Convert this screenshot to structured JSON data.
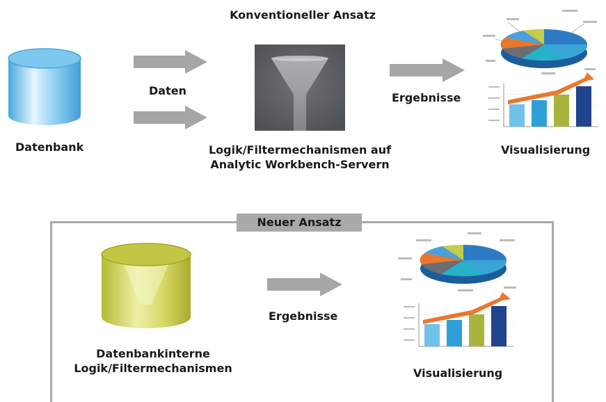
{
  "conventional": {
    "title": "Konventioneller Ansatz",
    "database_label": "Datenbank",
    "data_label": "Daten",
    "logic_label_line1": "Logik/Filtermechanismen auf",
    "logic_label_line2": "Analytic Workbench-Servern",
    "results_label": "Ergebnisse",
    "visualization_label": "Visualisierung"
  },
  "new_approach": {
    "title": "Neuer Ansatz",
    "db_label_line1": "Datenbankinterne",
    "db_label_line2": "Logik/Filtermechanismen",
    "results_label": "Ergebnisse",
    "visualization_label": "Visualisierung"
  },
  "colors": {
    "arrow": "#a6a6a6",
    "database_blue": "#4fb3e6",
    "database_green": "#c9cc52",
    "funnel_box": "#5e6166",
    "frame": "#a9a9a9"
  }
}
